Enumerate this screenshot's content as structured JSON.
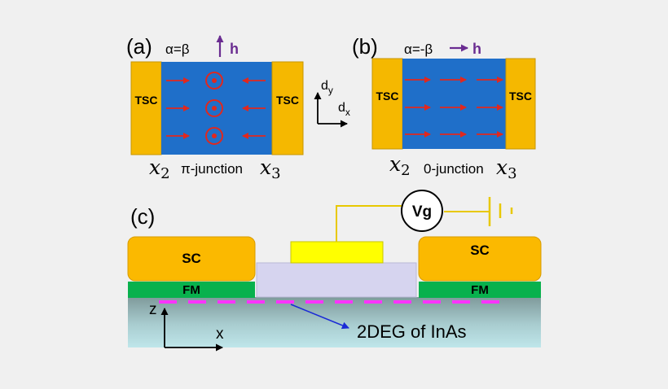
{
  "panel_a": {
    "label": "(a)",
    "condition": "α=β",
    "field_label": "h",
    "left_block": "TSC",
    "right_block": "TSC",
    "x_left_var": "x",
    "x_left_sub": "2",
    "junction_label": "π-junction",
    "x_right_var": "x",
    "x_right_sub": "3"
  },
  "axes_ab": {
    "dy": "d",
    "dy_sub": "y",
    "dx": "d",
    "dx_sub": "x"
  },
  "panel_b": {
    "label": "(b)",
    "condition": "α=-β",
    "field_label": "h",
    "left_block": "TSC",
    "right_block": "TSC",
    "x_left_var": "x",
    "x_left_sub": "2",
    "junction_label": "0-junction",
    "x_right_var": "x",
    "x_right_sub": "3"
  },
  "panel_c": {
    "label": "(c)",
    "gate_source": "Vg",
    "sc_left": "SC",
    "sc_right": "SC",
    "fm_left": "FM",
    "fm_right": "FM",
    "axis_z": "z",
    "axis_x": "x",
    "channel_label": "2DEG of InAs"
  },
  "colors": {
    "background": "#f0f0f0",
    "tsc": "#f5b800",
    "junction": "#1f6fc9",
    "arrow_red": "#e0281e",
    "field_purple": "#6a2c91",
    "fm_green": "#08b14d",
    "gate_yellow": "#ffff00",
    "oxide": "#d6d4ef",
    "dashed_magenta": "#ff33ff",
    "wire_yellow": "#e8c800",
    "channel_pointer": "#1a2ad6"
  }
}
